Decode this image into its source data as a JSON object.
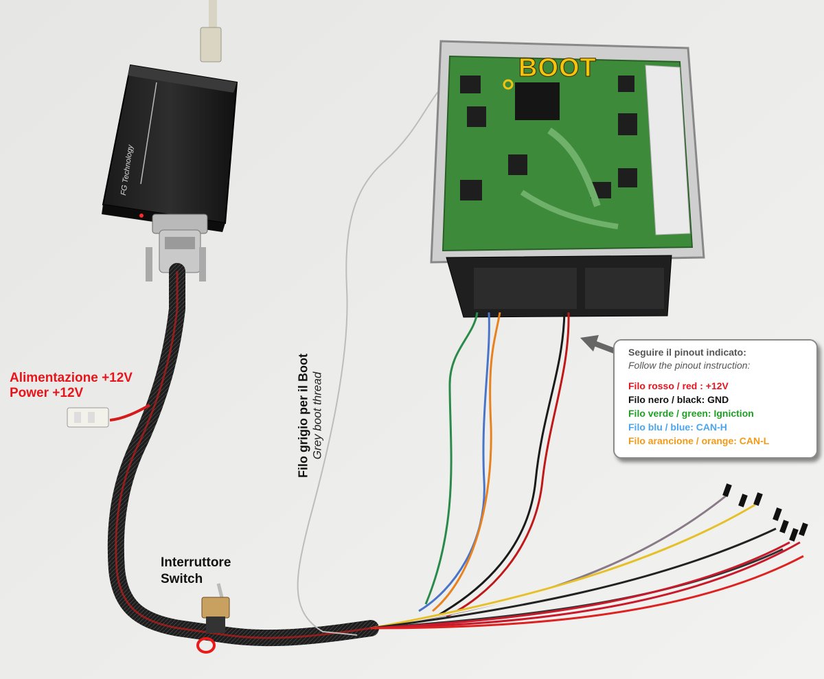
{
  "labels": {
    "boot": "BOOT",
    "power_it": "Alimentazione +12V",
    "power_en": "Power +12V",
    "switch_it": "Interruttore",
    "switch_en": "Switch",
    "thread_it": "Filo grigio per il Boot",
    "thread_en": "Grey boot thread",
    "device_brand": "FG Technology"
  },
  "pinout": {
    "heading_it": "Seguire il pinout indicato:",
    "heading_en": "Follow the pinout instruction:",
    "rows": [
      {
        "text": "Filo rosso / red : +12V",
        "color": "#e8141c"
      },
      {
        "text": "Filo nero / black: GND",
        "color": "#111111"
      },
      {
        "text": "Filo verde / green: Igniction",
        "color": "#1ea024"
      },
      {
        "text": "Filo blu / blue: CAN-H",
        "color": "#4aa6ee"
      },
      {
        "text": "Filo arancione / orange: CAN-L",
        "color": "#f29a17"
      }
    ]
  },
  "colors": {
    "boot_yellow": "#f2c40f",
    "red_label": "#e8141c",
    "pcb_green": "#3d8a3a"
  }
}
